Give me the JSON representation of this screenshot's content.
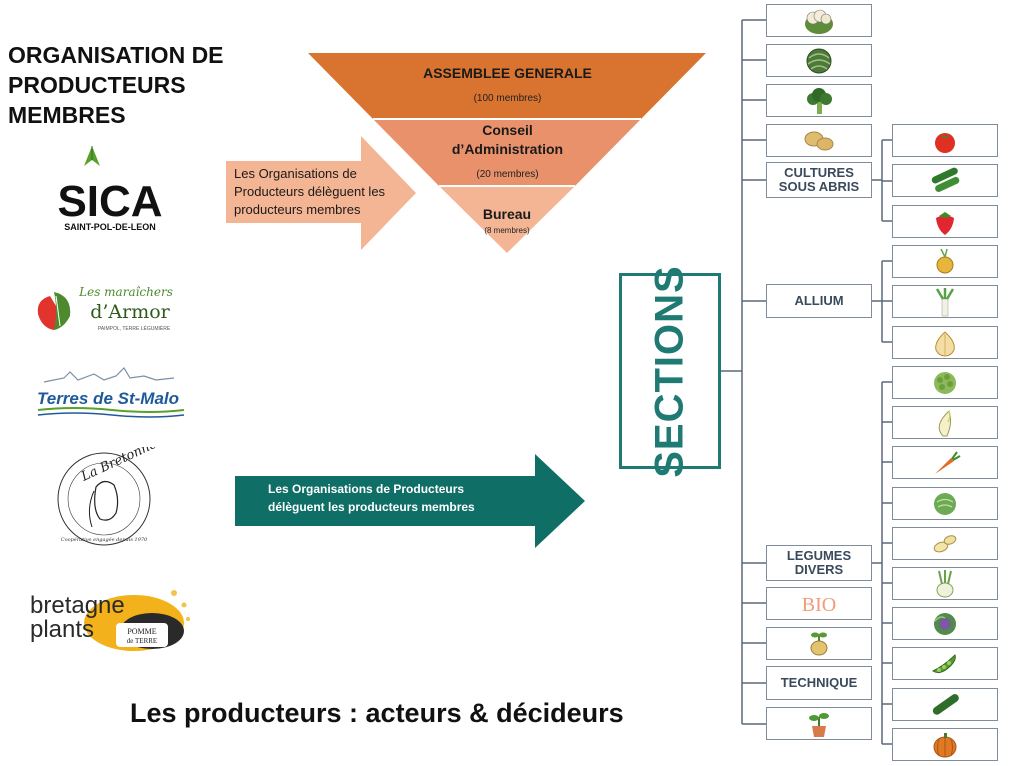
{
  "header": {
    "title": "ORGANISATION DE PRODUCTEURS MEMBRES"
  },
  "pyramid": {
    "assemblee": {
      "title": "ASSEMBLEE GENERALE",
      "count": "(100 membres)"
    },
    "conseil": {
      "title_line1": "Conseil",
      "title_line2": "d’Administration",
      "count": "(20 membres)"
    },
    "bureau": {
      "title": "Bureau",
      "count": "(8 membres)"
    }
  },
  "arrows": {
    "top": {
      "line1": "Les Organisations de",
      "line2": "Producteurs délèguent les",
      "line3": "producteurs membres"
    },
    "bottom": {
      "line1": "Les Organisations de Producteurs",
      "line2": "délèguent les producteurs membres"
    }
  },
  "sections_label": "SECTIONS",
  "logos": {
    "sica": {
      "name": "SICA",
      "subtitle": "SAINT-POL-DE-LEON"
    },
    "maraichers": {
      "line1": "Les maraîchers",
      "line2": "d’Armor",
      "subtitle": "PAIMPOL, TERRE LÉGUMIÈRE"
    },
    "terres": {
      "name": "Terres de St-Malo"
    },
    "bretonne": {
      "name": "La Bretonne",
      "subtitle": "Coopérative engagée depuis 1970"
    },
    "bretagne_plants": {
      "line1": "bretagne",
      "line2": "plants",
      "badge1": "POMME",
      "badge2": "de TERRE"
    }
  },
  "section_boxes": {
    "cultures": {
      "line1": "CULTURES",
      "line2": "SOUS ABRIS"
    },
    "allium": "ALLIUM",
    "legumes": {
      "line1": "LEGUMES",
      "line2": "DIVERS"
    },
    "technique": "TECHNIQUE",
    "bio": "BIO"
  },
  "icons": {
    "left_column": [
      "cauliflower-icon",
      "artichoke-icon",
      "broccoli-icon",
      "potato-icon",
      "bio-icon",
      "potato-plant-icon",
      "seedling-pot-icon"
    ],
    "cultures_items": [
      "tomato-icon",
      "cucumber-icon",
      "strawberry-icon"
    ],
    "allium_items": [
      "onion-icon",
      "leek-icon",
      "shallot-icon"
    ],
    "legumes_items": [
      "romanesco-icon",
      "endive-icon",
      "carrot-icon",
      "cabbage-icon",
      "beans-icon",
      "fennel-icon",
      "red-cabbage-icon",
      "peas-icon",
      "zucchini-icon",
      "pumpkin-icon"
    ]
  },
  "colors": {
    "pyramid_top": "#d8742f",
    "pyramid_mid": "#e8916a",
    "pyramid_bottom": "#f4b594",
    "teal": "#0f6e66",
    "sections_border": "#1e7a72",
    "box_border": "#7f8c9c"
  },
  "footer": {
    "text": "Les producteurs : acteurs & décideurs"
  }
}
